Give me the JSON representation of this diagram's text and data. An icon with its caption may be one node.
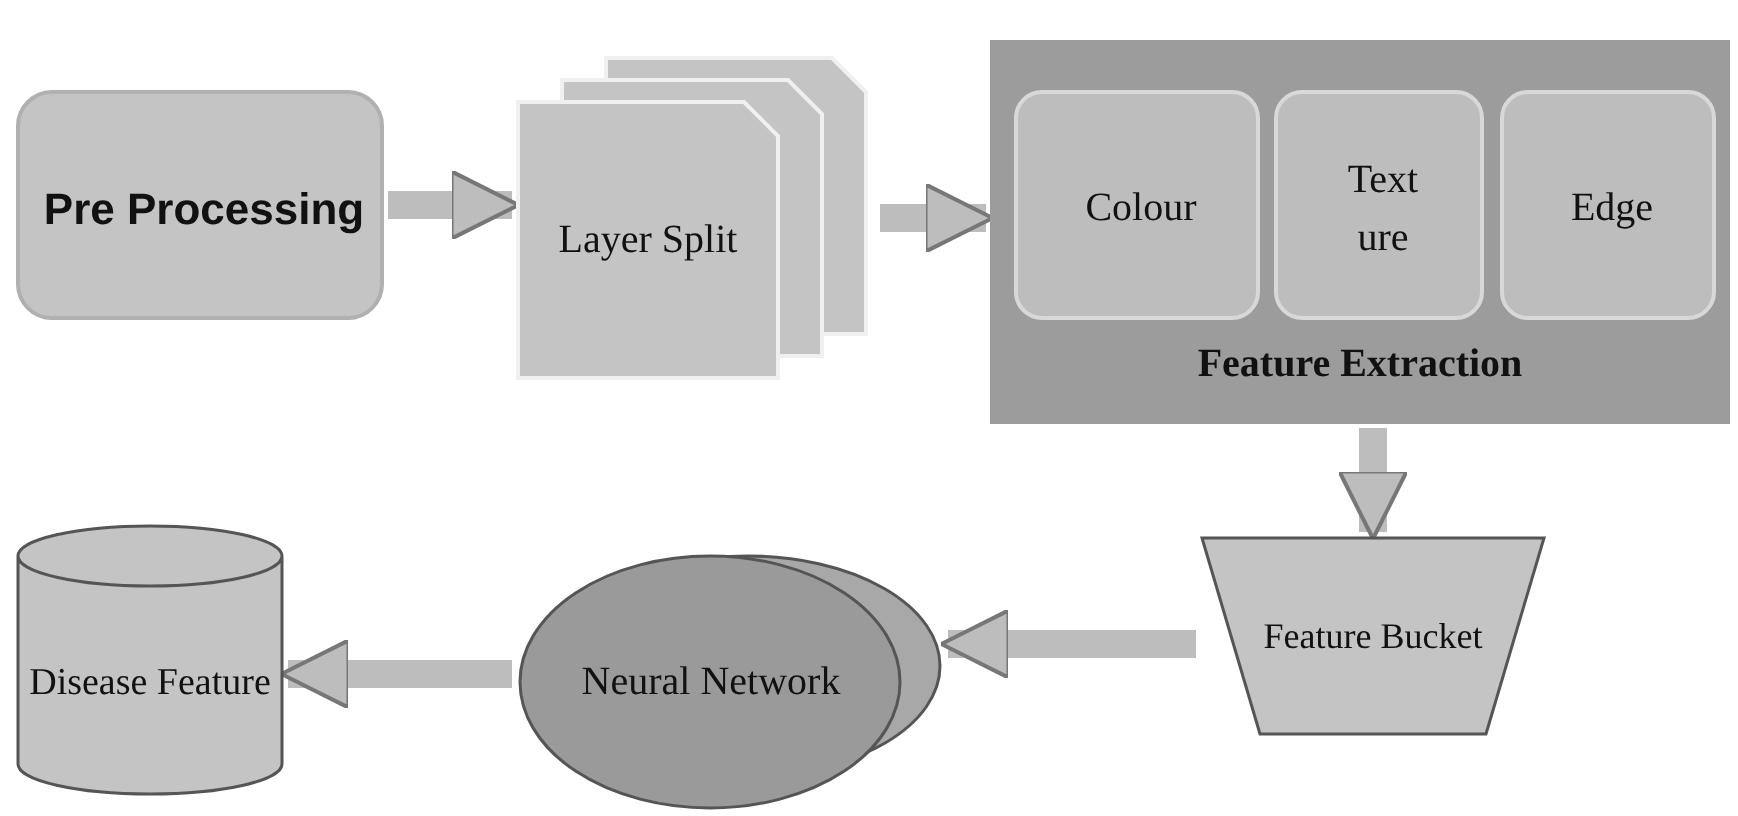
{
  "diagram": {
    "nodes": [
      {
        "text": [
          "Pre Processing"
        ]
      },
      {
        "text": [
          "Layer Split"
        ]
      },
      {
        "text": [
          "Feature Extraction"
        ]
      },
      {
        "text": [
          "Colour"
        ],
        "in": 2
      },
      {
        "text": [
          "Text ure"
        ],
        "in": 2
      },
      {
        "text": [
          "Edge"
        ],
        "in": 2
      },
      {
        "text": [
          "Feature Bucket"
        ]
      },
      {
        "text": [
          "Neural Network"
        ]
      },
      {
        "text": [
          "Disease Feature"
        ]
      }
    ],
    "edges": [
      {
        "from": 0,
        "to": 1,
        "arrow": "to"
      },
      {
        "from": 1,
        "to": 2,
        "arrow": "to"
      },
      {
        "from": 2,
        "to": 6,
        "arrow": "to"
      },
      {
        "from": 6,
        "to": 7,
        "arrow": "to"
      },
      {
        "from": 7,
        "to": 8,
        "arrow": "to"
      }
    ]
  }
}
